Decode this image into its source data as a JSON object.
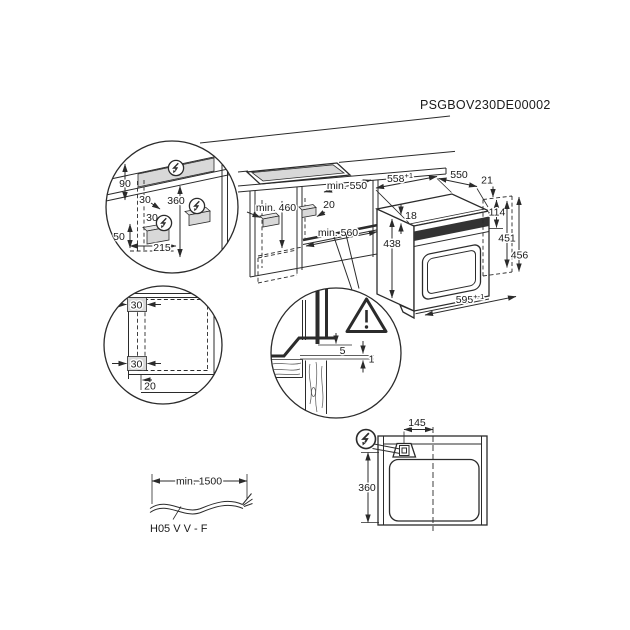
{
  "part_number": "PSGBOV230DE00002",
  "colors": {
    "line": "#2b2b2b",
    "fill_light_gray": "#d8d8d8",
    "fill_dark_band": "#333333",
    "background": "#ffffff"
  },
  "installation": {
    "electrical_zone_detail": {
      "above_worktop": "90",
      "side_inset_top": "30",
      "zone_height": "360",
      "side_inset_mid": "30",
      "zone_height_low": "50",
      "zone_width_low": "215"
    },
    "niche": {
      "height": "min. 460",
      "depth": "min. 550",
      "top_setback": "20",
      "width": "min. 560"
    },
    "oven": {
      "width": "558",
      "width_tolerance": "+1",
      "depth": "550",
      "rear_clearance": "21",
      "top_frame": "18",
      "body_height": "438",
      "top_to_front": "114",
      "front_height": "451",
      "overall_height": "456",
      "front_width": "595",
      "front_width_tolerance": "+-1"
    },
    "side_fixing_detail": {
      "top_fixing": "30",
      "bottom_fixing": "30",
      "front_clearance": "20"
    },
    "front_gap_detail": {
      "upper_gap": "5",
      "lower_gap": "1"
    },
    "mains_cable": {
      "length": "min. 1500",
      "cable_type": "H05 V V - F"
    },
    "top_view": {
      "connection_to_center": "145",
      "connection_depth": "360"
    }
  },
  "icons": {
    "electrical_connection": "lightning-bolt-circle",
    "warning": "warning-triangle"
  }
}
